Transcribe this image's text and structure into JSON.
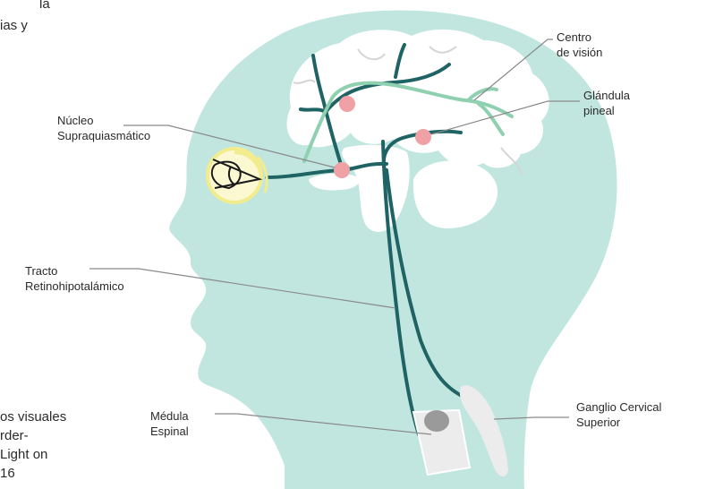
{
  "labels": {
    "centro_vision": [
      "Centro",
      "de visión"
    ],
    "glandula_pineal": [
      "Glándula",
      "pineal"
    ],
    "nucleo": [
      "Núcleo",
      "Supraquiasmático"
    ],
    "tracto": [
      "Tracto",
      "Retinohipotalámico"
    ],
    "medula": [
      "Médula",
      "Espinal"
    ],
    "ganglio": [
      "Ganglio Cervical",
      "Superior"
    ]
  },
  "cropped_text": {
    "top": [
      "la",
      "ias y"
    ],
    "bottom": [
      "os visuales",
      "rder-",
      "Light on",
      "16"
    ]
  },
  "colors": {
    "head": "#c1e6e0",
    "brain": "#ffffff",
    "pathway_dark": "#1f6364",
    "pathway_light": "#8fd0b0",
    "node": "#f0a1a6",
    "eye_glow": "#f2ec8f",
    "leader": "#8a8a8a",
    "gland": "#ececec"
  }
}
